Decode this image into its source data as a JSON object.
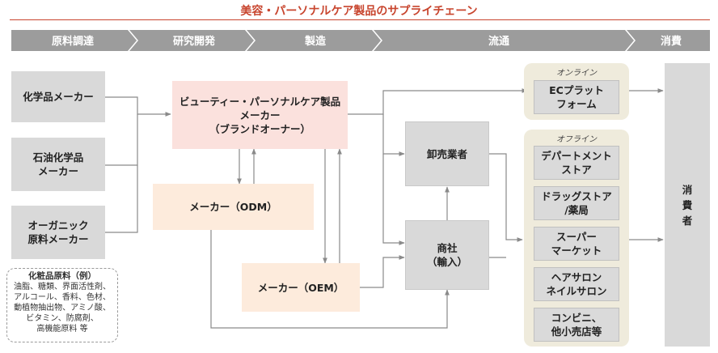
{
  "title": "美容・パーソナルケア製品のサプライチェーン",
  "stages": [
    "原料調達",
    "研究開発",
    "製造",
    "流通",
    "消費"
  ],
  "suppliers": [
    "化学品メーカー",
    "石油化学品\nメーカー",
    "オーガニック\n原料メーカー"
  ],
  "ingredients": {
    "title": "化粧品原料（例）",
    "body": "油脂、糖類、界面活性剤、\nアルコール、香料、色材、\n動植物抽出物、アミノ酸、\nビタミン、防腐剤、\n高機能原料 等"
  },
  "brand_owner": "ビューティー・パーソナルケア製品\nメーカー\n（ブランドオーナー）",
  "odm": "メーカー（ODM）",
  "oem": "メーカー（OEM）",
  "wholesaler": "卸売業者",
  "trading_company": "商社\n（輸入）",
  "online": {
    "label": "オンライン",
    "channels": [
      "ECプラット\nフォーム"
    ]
  },
  "offline": {
    "label": "オフライン",
    "channels": [
      "デパートメント\nストア",
      "ドラッグストア\n/薬局",
      "スーパー\nマーケット",
      "ヘアサロン\nネイルサロン",
      "コンビニ、\n他小売店等"
    ]
  },
  "consumer": "消\n費\n者",
  "colors": {
    "accent": "#c8452e",
    "stage_bar": "#9c9c9c",
    "line": "#8a8a8a",
    "box": "#d9d9d9",
    "brand": "#fbe1dd",
    "manufacturer": "#fdebdc",
    "channel_panel": "#efebdc"
  }
}
